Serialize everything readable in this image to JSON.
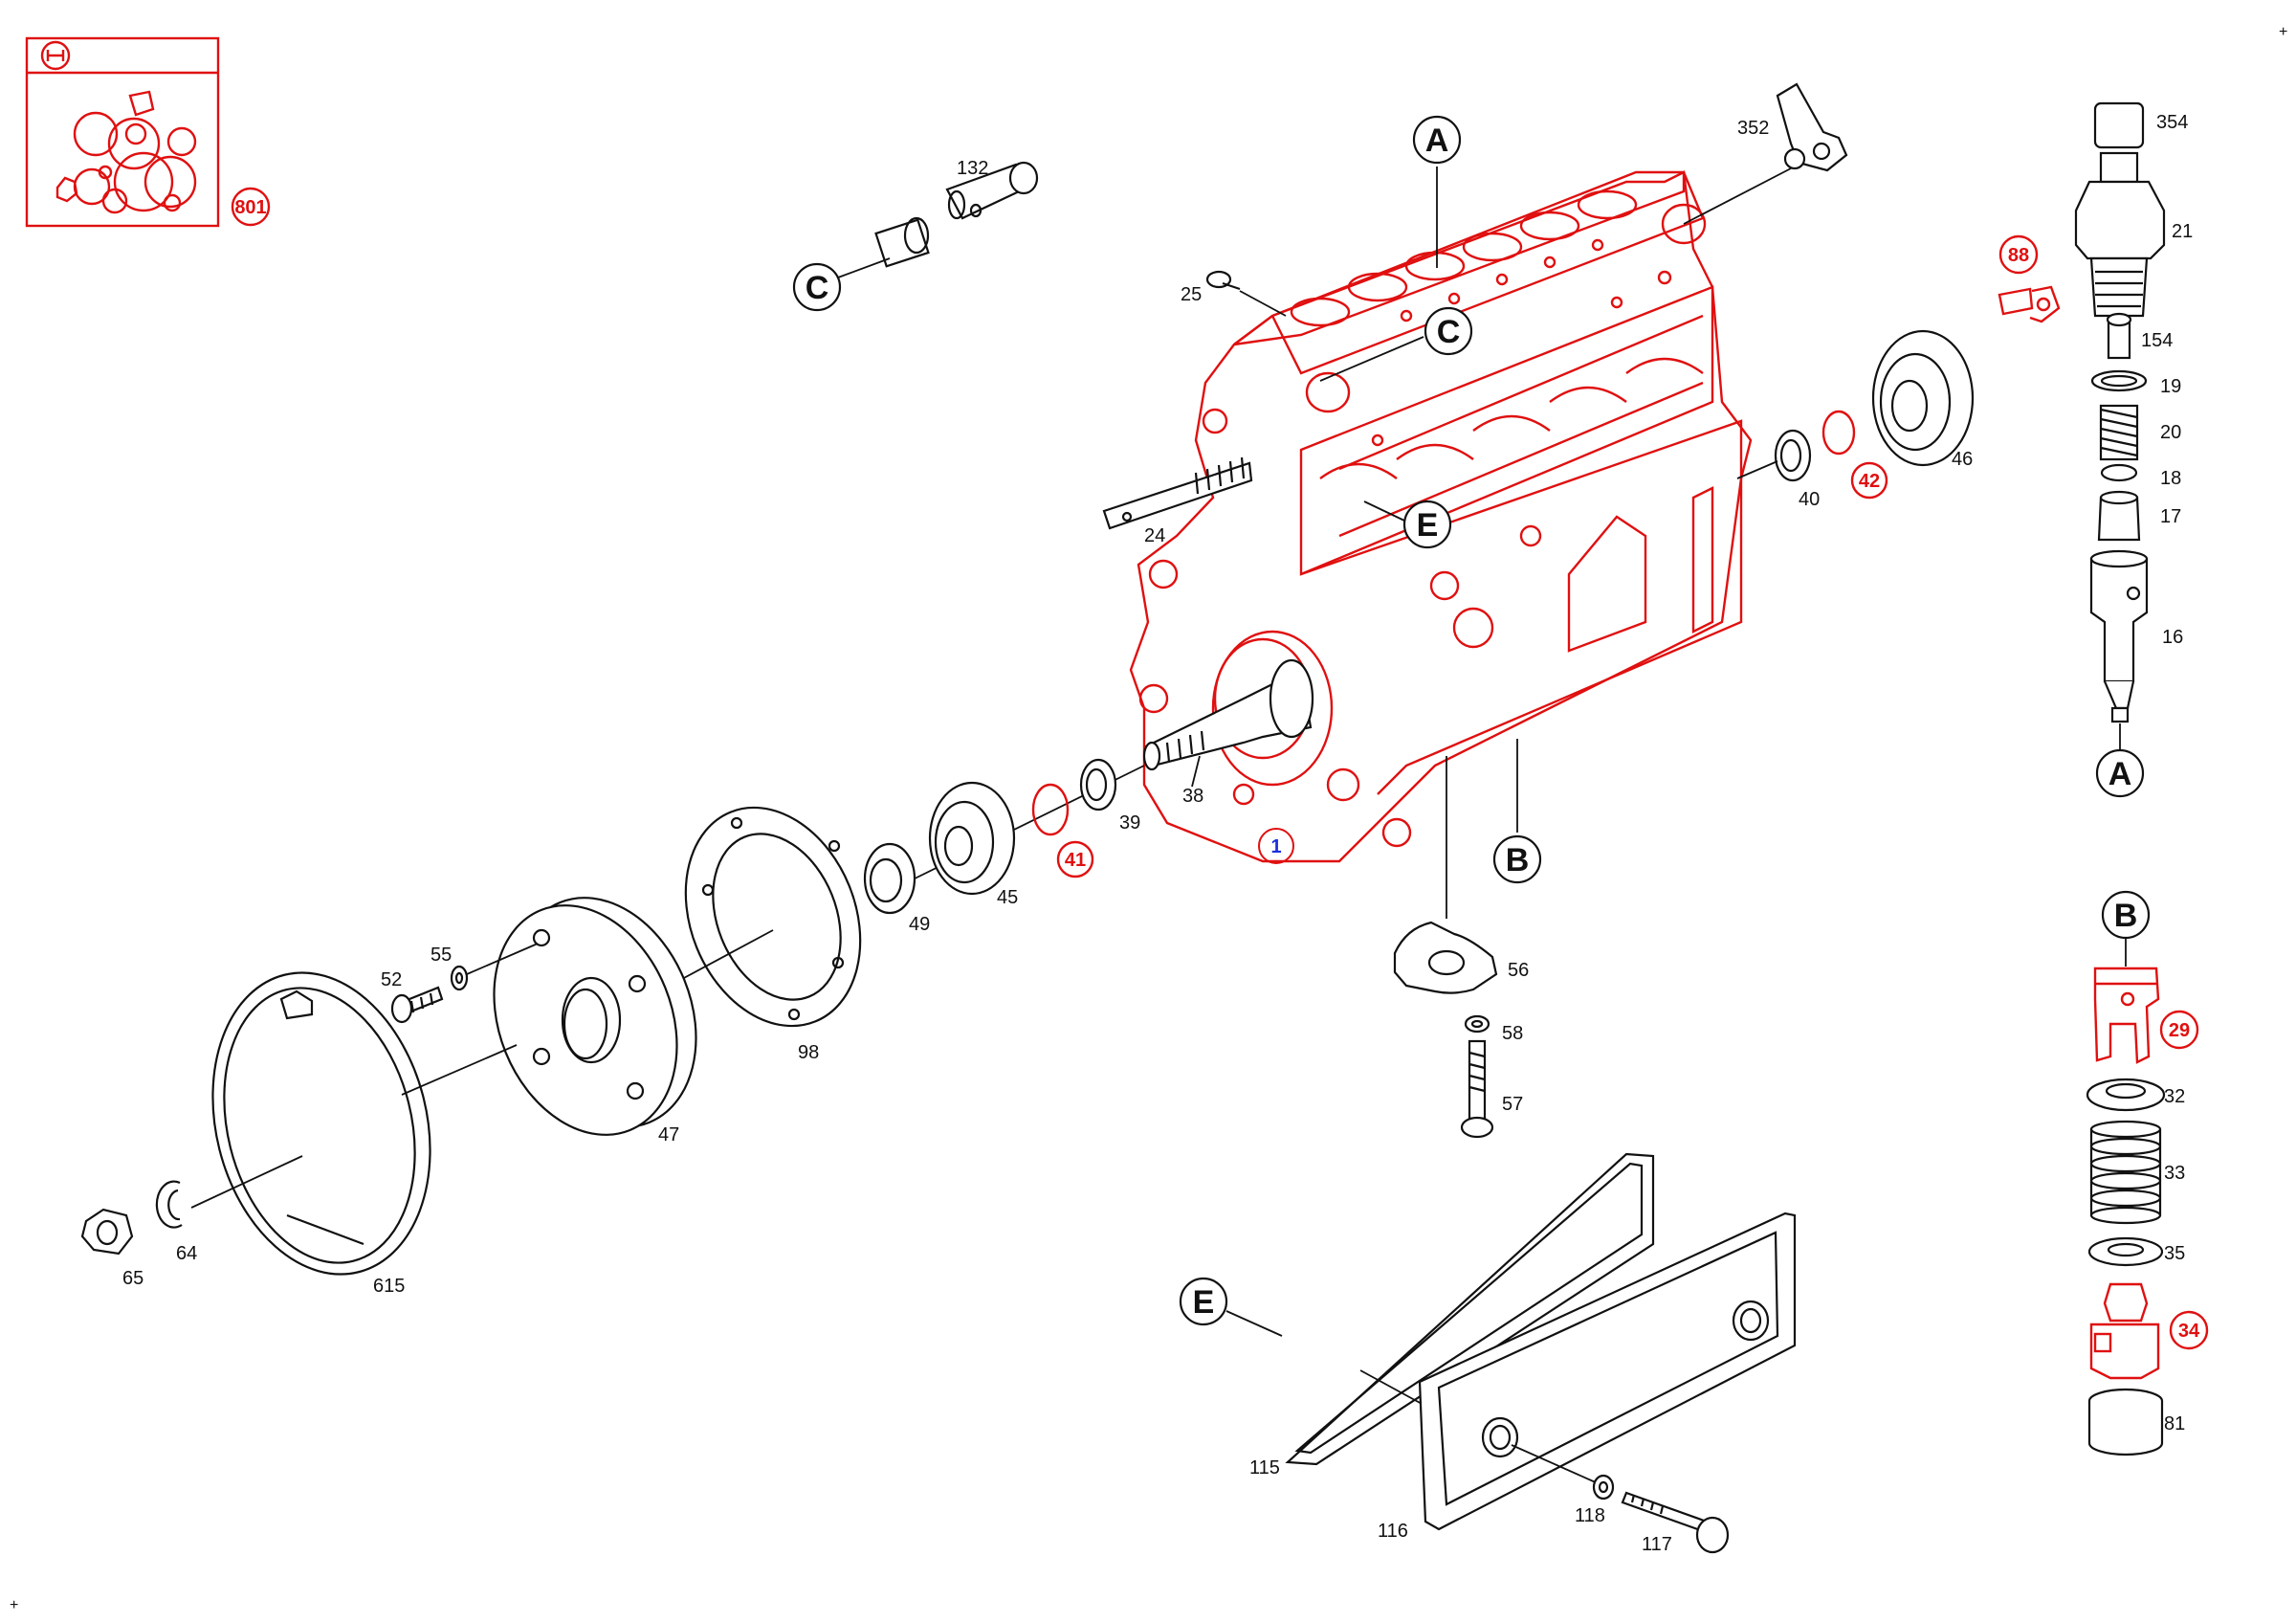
{
  "diagram": {
    "parts": {
      "p801": "801",
      "p1": "1",
      "p132": "132",
      "p25": "25",
      "p352": "352",
      "p354": "354",
      "p21": "21",
      "p88": "88",
      "p154": "154",
      "p19": "19",
      "p20": "20",
      "p18": "18",
      "p17": "17",
      "p16": "16",
      "p24": "24",
      "p40": "40",
      "p42": "42",
      "p46": "46",
      "p38": "38",
      "p39": "39",
      "p41": "41",
      "p45": "45",
      "p49": "49",
      "p98": "98",
      "p55": "55",
      "p52": "52",
      "p47": "47",
      "p56": "56",
      "p58": "58",
      "p57": "57",
      "p29": "29",
      "p32": "32",
      "p33": "33",
      "p35": "35",
      "p34": "34",
      "p81": "81",
      "p615": "615",
      "p64": "64",
      "p65": "65",
      "p115": "115",
      "p116": "116",
      "p118": "118",
      "p117": "117"
    },
    "refs": {
      "A": "A",
      "B": "B",
      "C": "C",
      "E": "E"
    },
    "colors": {
      "highlight": "#e01010",
      "housing_ref": "#1a2fe0",
      "line": "#111111"
    },
    "icons": {
      "brand": "bosch-logo-icon"
    }
  }
}
